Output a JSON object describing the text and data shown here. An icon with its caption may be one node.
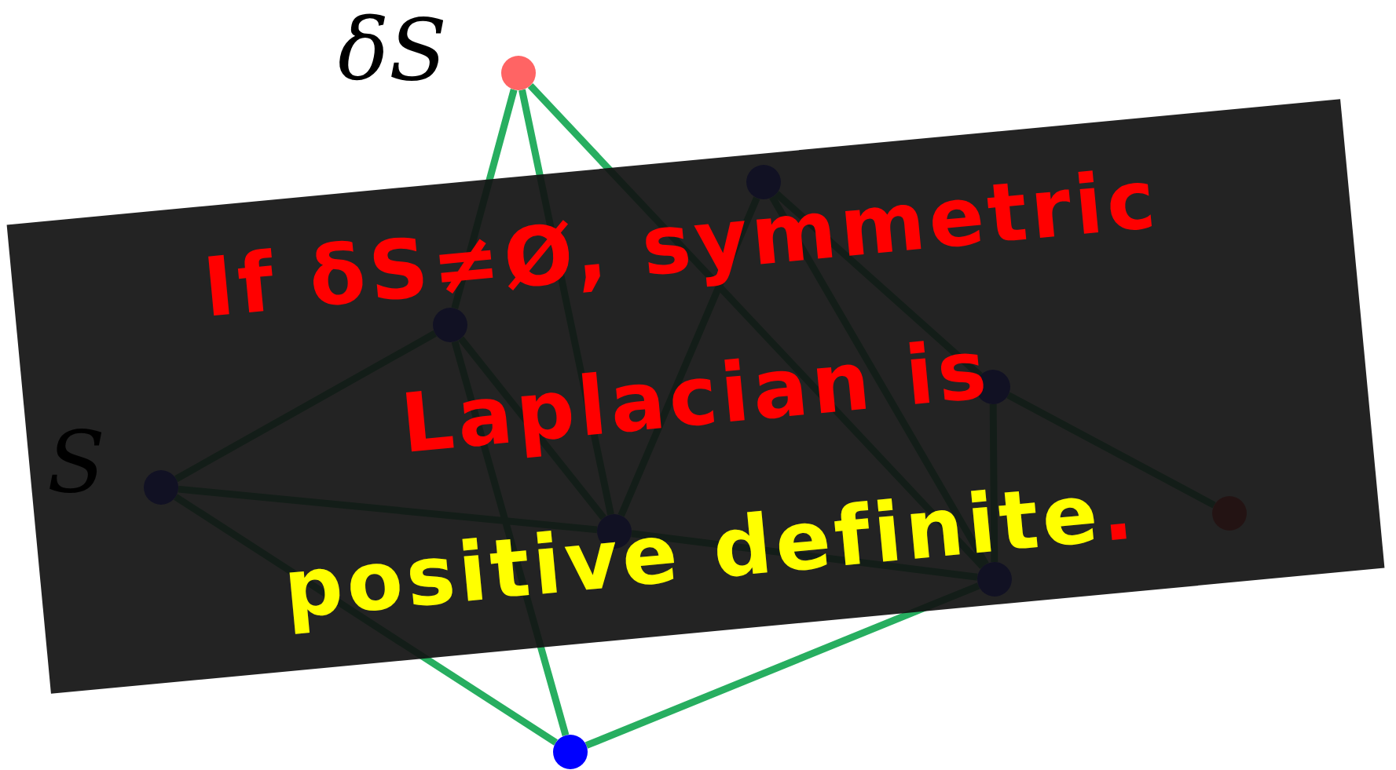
{
  "diagram": {
    "nodes": [
      {
        "text": [],
        "shape": "circle",
        "beside": [
          "δS"
        ]
      },
      {
        "text": [],
        "shape": "circle"
      },
      {
        "text": [],
        "shape": "circle"
      },
      {
        "text": [],
        "shape": "circle"
      },
      {
        "text": [],
        "shape": "circle",
        "beside": [
          "S"
        ]
      },
      {
        "text": [],
        "shape": "circle"
      },
      {
        "text": [],
        "shape": "circle"
      },
      {
        "text": [],
        "shape": "circle"
      },
      {
        "text": [],
        "shape": "circle"
      }
    ],
    "edges": [
      {
        "from": 0,
        "to": 2,
        "arrow": "none"
      },
      {
        "from": 0,
        "to": 6,
        "arrow": "none"
      },
      {
        "from": 0,
        "to": 7,
        "arrow": "none"
      },
      {
        "from": 4,
        "to": 8,
        "arrow": "none"
      },
      {
        "from": 2,
        "to": 8,
        "arrow": "none"
      },
      {
        "from": 7,
        "to": 8,
        "arrow": "none"
      },
      {
        "from": 4,
        "to": 2,
        "arrow": "none"
      },
      {
        "from": 4,
        "to": 6,
        "arrow": "none"
      },
      {
        "from": 2,
        "to": 6,
        "arrow": "none"
      },
      {
        "from": 6,
        "to": 1,
        "arrow": "none"
      },
      {
        "from": 1,
        "to": 3,
        "arrow": "none"
      },
      {
        "from": 3,
        "to": 5,
        "arrow": "none"
      },
      {
        "from": 1,
        "to": 7,
        "arrow": "none"
      },
      {
        "from": 3,
        "to": 7,
        "arrow": "none"
      },
      {
        "from": 6,
        "to": 7,
        "arrow": "none"
      }
    ],
    "labels": [
      "If δS≠Ø, symmetric Laplacian is",
      "positive definite."
    ]
  }
}
